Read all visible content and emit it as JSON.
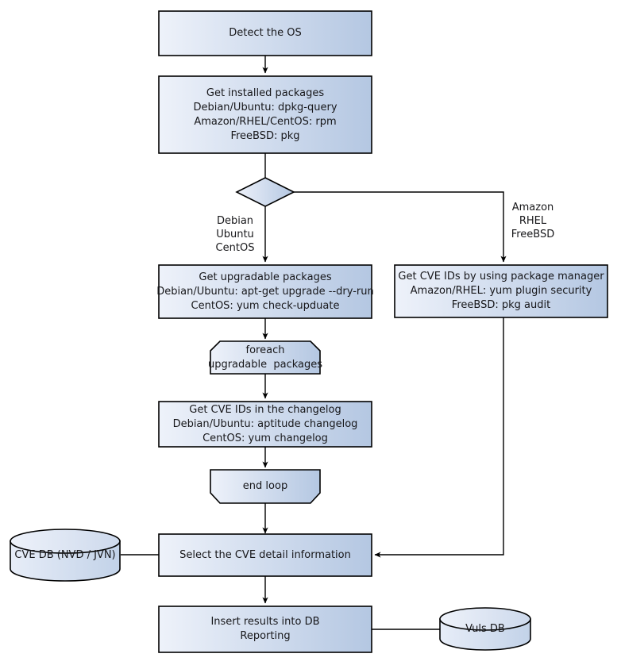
{
  "diagram": {
    "title": "Vuls scanning flow",
    "type": "flowchart",
    "colors": {
      "node_fill_start": "#eef2fa",
      "node_fill_end": "#b4c7e2",
      "node_stroke": "#000000",
      "edge_stroke": "#000000",
      "text": "#17171a",
      "db_fill_start": "#eef2fa",
      "db_fill_end": "#c2d2e8"
    },
    "nodes": {
      "detect_os": {
        "shape": "process",
        "label": "Detect the OS"
      },
      "get_installed": {
        "shape": "process",
        "label": "Get installed packages\nDebian/Ubuntu: dpkg-query\nAmazon/RHEL/CentOS: rpm\nFreeBSD: pkg"
      },
      "os_decision": {
        "shape": "decision",
        "label": ""
      },
      "get_upgradable": {
        "shape": "process",
        "label": "Get upgradable packages\nDebian/Ubuntu: apt-get upgrade --dry-run\nCentOS: yum check-upduate"
      },
      "get_cve_pkgmgr": {
        "shape": "process",
        "label": "Get CVE IDs by using package manager\nAmazon/RHEL: yum plugin security\nFreeBSD: pkg audit"
      },
      "foreach_loop_start": {
        "shape": "loop-start",
        "label": "foreach\nupgradable  packages"
      },
      "get_cve_changelog": {
        "shape": "process",
        "label": "Get CVE IDs in the changelog\nDebian/Ubuntu: aptitude changelog\nCentOS: yum changelog"
      },
      "end_loop": {
        "shape": "loop-end",
        "label": "end loop"
      },
      "select_cve_detail": {
        "shape": "process",
        "label": "Select the CVE detail information"
      },
      "insert_results": {
        "shape": "process",
        "label": "Insert results into DB\nReporting"
      },
      "cve_db": {
        "shape": "database",
        "label": "CVE DB (NVD / JVN)"
      },
      "vuls_db": {
        "shape": "database",
        "label": "Vuls DB"
      }
    },
    "edge_labels": {
      "branch_left": "Debian\nUbuntu\nCentOS",
      "branch_right": "Amazon\nRHEL\nFreeBSD"
    }
  }
}
